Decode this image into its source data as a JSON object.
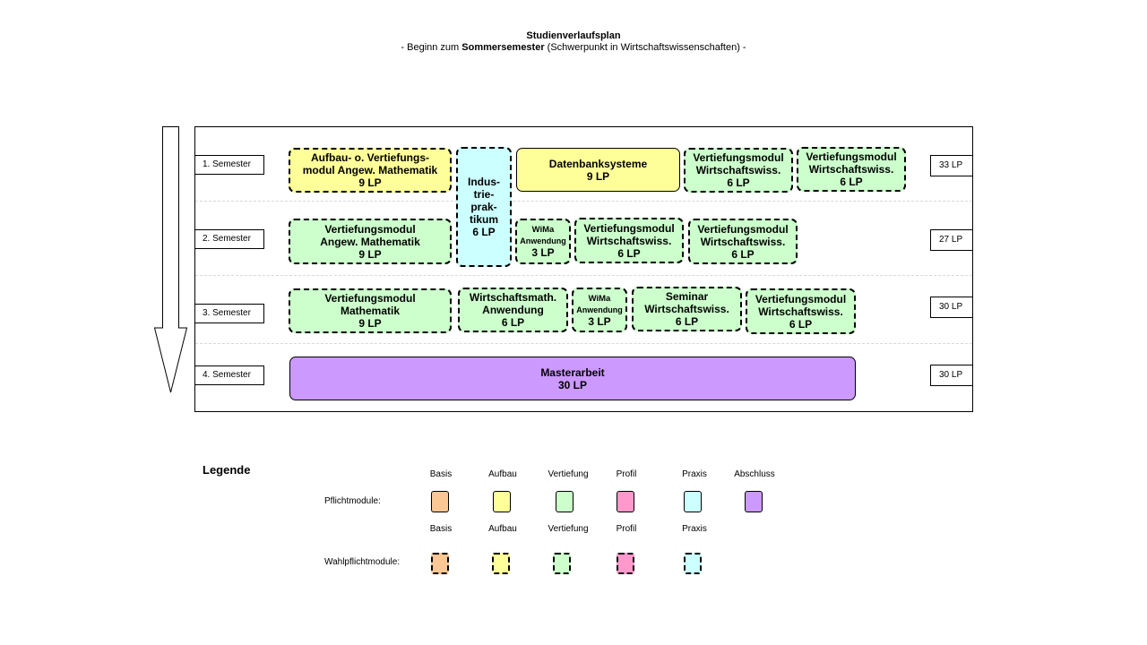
{
  "title": "Studienverlaufsplan",
  "subtitle": {
    "prefix": "- Beginn zum ",
    "bold": "Sommersemester",
    "suffix": " (Schwerpunkt in Wirtschaftswissenschaften) -"
  },
  "semesters": [
    {
      "label": "1. Semester",
      "lp": "33 LP"
    },
    {
      "label": "2. Semester",
      "lp": "27 LP"
    },
    {
      "label": "3. Semester",
      "lp": "30 LP"
    },
    {
      "label": "4. Semester",
      "lp": "30 LP"
    }
  ],
  "colors": {
    "basis": "#fbc795",
    "aufbau": "#ffff99",
    "vertiefung": "#ccffcc",
    "profil": "#ff99cc",
    "praxis": "#ccffff",
    "abschluss": "#cc99ff"
  },
  "modules": {
    "sem1_aufbau": {
      "lines": [
        "Aufbau- o. Vertiefungs-",
        "modul Angew. Mathematik",
        "9 LP"
      ]
    },
    "praktikum": {
      "lines": [
        "Indus-",
        "trie-",
        "prak-",
        "tikum",
        "6 LP"
      ]
    },
    "datenbanksysteme": {
      "lines": [
        "Datenbanksysteme",
        "9 LP"
      ]
    },
    "sem1_wiwi_a": {
      "lines": [
        "Vertiefungsmodul",
        "Wirtschaftswiss.",
        "6 LP"
      ]
    },
    "sem1_wiwi_b": {
      "lines": [
        "Vertiefungsmodul",
        "Wirtschaftswiss.",
        "6 LP"
      ]
    },
    "sem2_math": {
      "lines": [
        "Vertiefungsmodul",
        "Angew. Mathematik",
        "9 LP"
      ]
    },
    "sem2_wima": {
      "lines": [
        "WiMa",
        "Anwendung",
        "3 LP"
      ]
    },
    "sem2_wiwi_a": {
      "lines": [
        "Vertiefungsmodul",
        "Wirtschaftswiss.",
        "6 LP"
      ]
    },
    "sem2_wiwi_b": {
      "lines": [
        "Vertiefungsmodul",
        "Wirtschaftswiss.",
        "6 LP"
      ]
    },
    "sem3_math": {
      "lines": [
        "Vertiefungsmodul",
        "Mathematik",
        "9 LP"
      ]
    },
    "sem3_wimath": {
      "lines": [
        "Wirtschaftsmath.",
        "Anwendung",
        "6 LP"
      ]
    },
    "sem3_wima": {
      "lines": [
        "WiMa",
        "Anwendung",
        "3 LP"
      ]
    },
    "sem3_seminar": {
      "lines": [
        "Seminar",
        "Wirtschaftswiss.",
        "6 LP"
      ]
    },
    "sem3_wiwi": {
      "lines": [
        "Vertiefungsmodul",
        "Wirtschaftswiss.",
        "6 LP"
      ]
    },
    "masterarbeit": {
      "lines": [
        "Masterarbeit",
        "30 LP"
      ]
    }
  },
  "legend": {
    "title": "Legende",
    "pflicht_label": "Pflichtmodule:",
    "wahlpflicht_label": "Wahlpflichtmodule:",
    "pflicht_heads": [
      "Basis",
      "Aufbau",
      "Vertiefung",
      "Profil",
      "Praxis",
      "Abschluss"
    ],
    "wahlpflicht_heads": [
      "Basis",
      "Aufbau",
      "Vertiefung",
      "Profil",
      "Praxis"
    ]
  }
}
